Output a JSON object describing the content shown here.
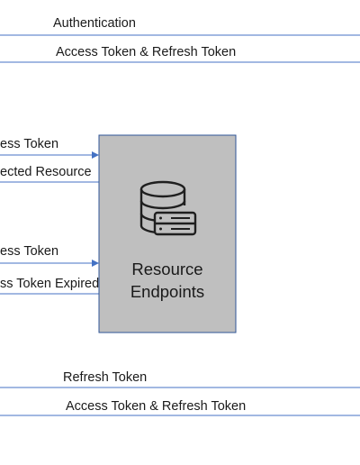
{
  "top_flow": {
    "authentication": "Authentication",
    "tokens_returned": "Access Token & Refresh Token"
  },
  "resource_flow": {
    "request_1": "ess Token",
    "response_1": "ected Resource",
    "request_2": "ess Token",
    "response_2": "ss Token Expired"
  },
  "resource_box": {
    "title_line1": "Resource",
    "title_line2": "Endpoints",
    "icon": "database-server-icon"
  },
  "bottom_flow": {
    "refresh_request": "Refresh Token",
    "tokens_returned": "Access Token & Refresh Token"
  },
  "colors": {
    "line": "#4472c4",
    "box_fill": "#bfbfbf",
    "box_border": "#2f5597",
    "icon_stroke": "#1f1f1f"
  }
}
